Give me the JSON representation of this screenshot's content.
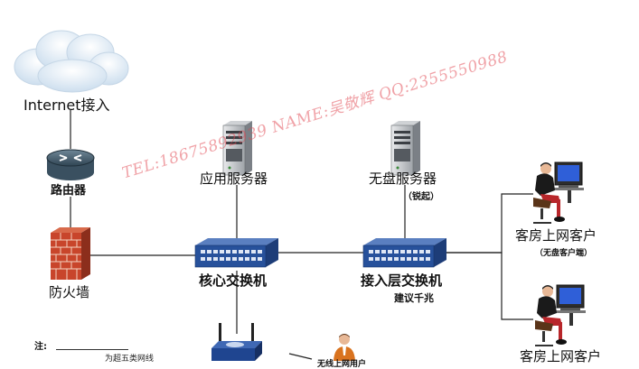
{
  "nodes": {
    "internet": {
      "label": "Internet接入"
    },
    "router": {
      "label": "路由器"
    },
    "firewall": {
      "label": "防火墙"
    },
    "app_server": {
      "label": "应用服务器"
    },
    "diskless_server": {
      "label": "无盘服务器",
      "note": "（锐起）"
    },
    "core_switch": {
      "label": "核心交换机"
    },
    "access_switch": {
      "label": "接入层交换机",
      "note": "建议千兆"
    },
    "client_1": {
      "label": "客房上网客户",
      "note": "（无盘客户端）"
    },
    "client_2": {
      "label": "客房上网客户"
    },
    "wifi_router": {},
    "staff": {
      "label": "无线上网用户"
    }
  },
  "legend": {
    "label": "注:",
    "text": "为超五类网线"
  },
  "watermark": "TEL:18675892939 NAME:吴敬辉 QQ:2355550988",
  "colors": {
    "line": "#222222",
    "switch": "#27519b",
    "firewall": "#c8452b",
    "cloud": "#dbe8f3"
  }
}
